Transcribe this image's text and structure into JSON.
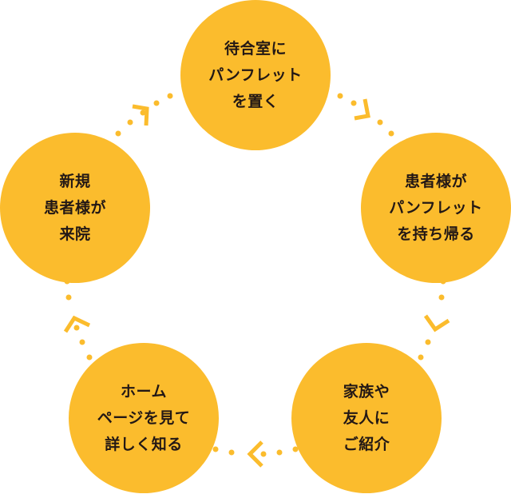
{
  "accent_color": "#FBBC2D",
  "text_color": "#231815",
  "steps": [
    {
      "lines": [
        "待合室に",
        "パンフレット",
        "を置く"
      ]
    },
    {
      "lines": [
        "患者様が",
        "パンフレット",
        "を持ち帰る"
      ]
    },
    {
      "lines": [
        "家族や",
        "友人に",
        "ご紹介"
      ]
    },
    {
      "lines": [
        "ホーム",
        "ページを見て",
        "詳しく知る"
      ]
    },
    {
      "lines": [
        "新規",
        "患者様が",
        "来院"
      ]
    }
  ]
}
